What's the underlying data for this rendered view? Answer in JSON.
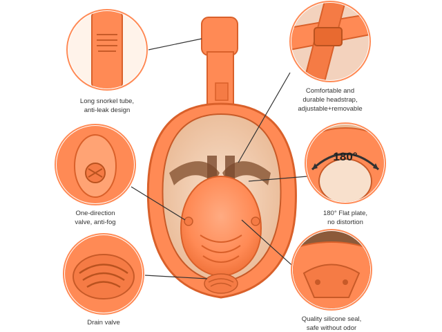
{
  "captions": {
    "snorkel": {
      "line1": "Long snorkel tube,",
      "line2": "anti-leak design"
    },
    "headstrap": {
      "line1": "Comfortable and",
      "line2": "durable headstrap,",
      "line3": "adjustable+removable"
    },
    "valve": {
      "line1": "One-direction",
      "line2": "valve, anti-fog"
    },
    "flat_plate": {
      "line1": "180° Flat plate,",
      "line2": "no distortion"
    },
    "drain": {
      "line1": "Drain valve"
    },
    "seal": {
      "line1": "Quality silicone seal,",
      "line2": "safe without odor"
    }
  },
  "badge": {
    "degrees": "180°"
  },
  "colors": {
    "mask_orange": "#ff8a55",
    "mask_dark": "#e86a30",
    "lens_gray": "#8c6a55",
    "line": "#333333"
  }
}
